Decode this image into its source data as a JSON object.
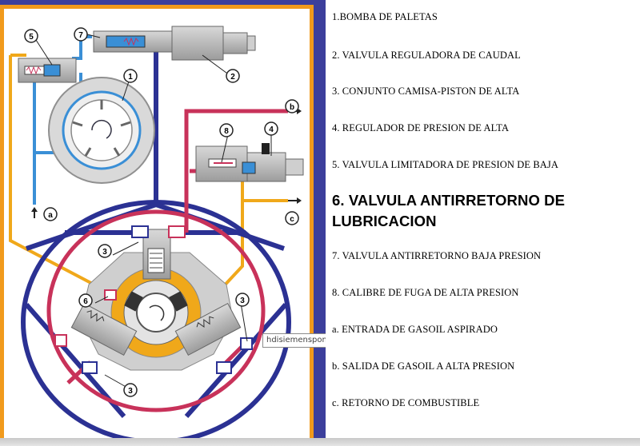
{
  "legend": {
    "items": [
      "1.BOMBA DE PALETAS",
      "2. VALVULA REGULADORA DE CAUDAL",
      "3. CONJUNTO CAMISA-PISTON DE ALTA",
      "4. REGULADOR DE PRESION DE ALTA",
      "5. VALVULA LIMITADORA DE PRESION DE BAJA",
      "6. VALVULA ANTIRRETORNO DE LUBRICACION",
      "7. VALVULA ANTIRRETORNO BAJA PRESION",
      "8. CALIBRE DE FUGA DE ALTA PRESION",
      "a. ENTRADA DE GASOIL ASPIRADO",
      "b. SALIDA DE GASOIL A ALTA PRESION",
      "c. RETORNO DE COMBUSTIBLE"
    ]
  },
  "callouts": {
    "n1": "1",
    "n2": "2",
    "n3": "3",
    "n4": "4",
    "n5": "5",
    "n6": "6",
    "n7": "7",
    "n8": "8",
    "a": "a",
    "b": "b",
    "c": "c"
  },
  "tooltip": "hdisiemenspomp",
  "colors": {
    "navy": "#2b3193",
    "crimson": "#c8325a",
    "yellow": "#f0a81a",
    "blue": "#3a8fd6",
    "orange_border": "#f19a1c"
  }
}
